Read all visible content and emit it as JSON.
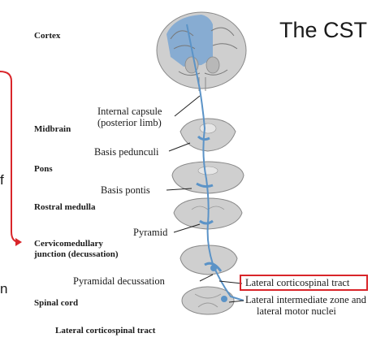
{
  "title": "The CST",
  "levels": {
    "cortex": "Cortex",
    "midbrain": "Midbrain",
    "pons": "Pons",
    "rostral_medulla": "Rostral medulla",
    "cervicomedullary_1": "Cervicomedullary",
    "cervicomedullary_2": "junction (decussation)",
    "spinal_cord": "Spinal cord"
  },
  "labels": {
    "internal_capsule_1": "Internal capsule",
    "internal_capsule_2": "(posterior limb)",
    "basis_pedunculi": "Basis pedunculi",
    "basis_pontis": "Basis pontis",
    "pyramid": "Pyramid",
    "pyramidal_decussation": "Pyramidal decussation",
    "lateral_cst": "Lateral corticospinal tract",
    "intermediate_1": "Lateral intermediate zone and",
    "intermediate_2": "lateral motor nuclei"
  },
  "caption": "Lateral corticospinal tract",
  "left_fragments": {
    "f": "f",
    "n": "n"
  },
  "colors": {
    "tract": "#5b93c7",
    "highlight": "#d9252a",
    "tissue": "#c9c9c9",
    "cortex_blue": "#7aa6d2"
  }
}
